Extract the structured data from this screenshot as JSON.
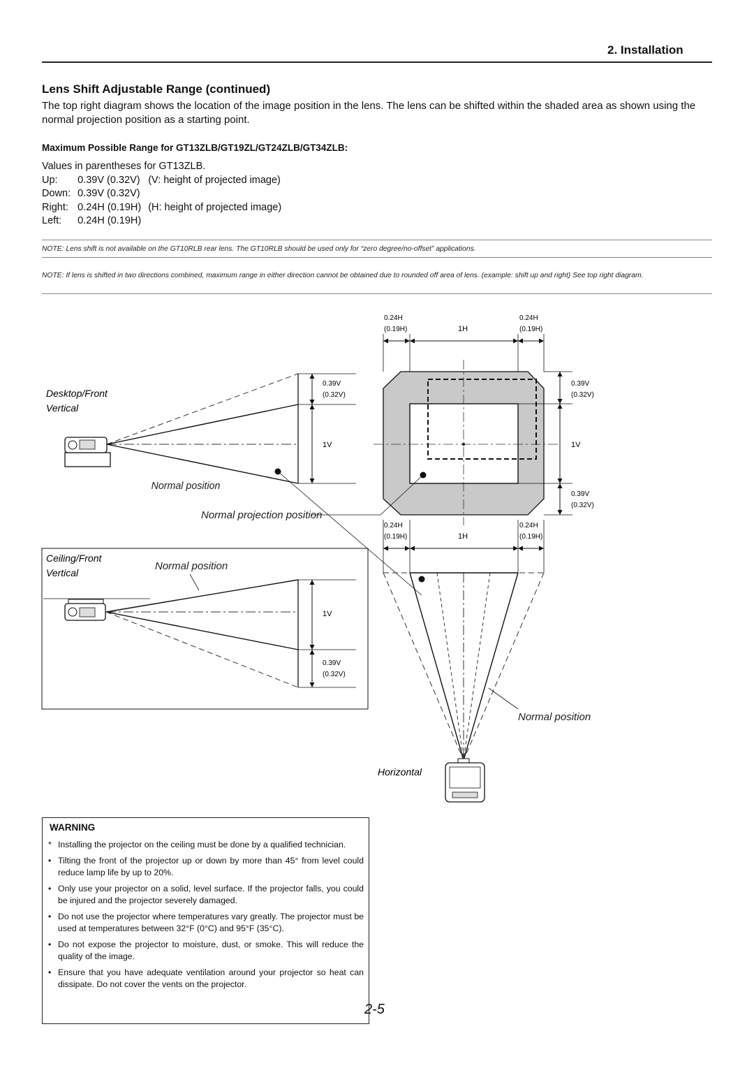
{
  "header": {
    "section": "2. Installation"
  },
  "heading": "Lens Shift Adjustable Range (continued)",
  "intro": "The top right diagram shows the location of the image position in the lens. The lens can be shifted within the shaded area as shown using the normal projection position as a starting point.",
  "subheading": "Maximum Possible Range for GT13ZLB/GT19ZL/GT24ZLB/GT34ZLB:",
  "values": {
    "caption": "Values in parentheses for GT13ZLB.",
    "rows": [
      {
        "dir": "Up:",
        "val": "0.39V (0.32V)",
        "note": "(V: height of projected image)"
      },
      {
        "dir": "Down:",
        "val": "0.39V (0.32V)",
        "note": ""
      },
      {
        "dir": "Right:",
        "val": "0.24H (0.19H)",
        "note": "(H: height of projected image)"
      },
      {
        "dir": "Left:",
        "val": "0.24H (0.19H)",
        "note": ""
      }
    ]
  },
  "notes": {
    "note1": "NOTE: Lens shift is not available on the GT10RLB rear lens. The GT10RLB should be used only for “zero degree/no-offset” applications.",
    "note2": "NOTE: If lens is shifted in two directions combined, maximum range in either direction cannot be obtained due to rounded off area of lens. (example: shift up and right) See top right diagram."
  },
  "diagram": {
    "desktop_front": "Desktop/Front",
    "vertical": "Vertical",
    "ceiling_front": "Ceiling/Front",
    "horizontal": "Horizontal",
    "normal_position": "Normal position",
    "normal_projection_position": "Normal projection position",
    "v039": "0.39V",
    "v032": "(0.32V)",
    "v1": "1V",
    "h024": "0.24H",
    "h019": "(0.19H)",
    "h1": "1H"
  },
  "warning": {
    "title": "WARNING",
    "items": [
      {
        "marker": "*",
        "text": "Installing the projector on the ceiling must be done by a qualified technician."
      },
      {
        "marker": "•",
        "text": "Tilting the front of the projector up or down by more than 45° from level could reduce lamp life by up to 20%."
      },
      {
        "marker": "•",
        "text": "Only use your projector on a solid, level surface. If the projector falls, you could be injured and the projector severely damaged."
      },
      {
        "marker": "•",
        "text": "Do not use the projector where temperatures vary greatly. The projector must be used at temperatures between 32°F (0°C) and 95°F (35°C)."
      },
      {
        "marker": "•",
        "text": "Do not expose the projector to moisture, dust, or smoke. This will reduce the quality of the image."
      },
      {
        "marker": "•",
        "text": "Ensure that you have adequate ventilation around your projector so heat can dissipate. Do not cover the vents on the projector."
      }
    ]
  },
  "page_number": "2-5"
}
